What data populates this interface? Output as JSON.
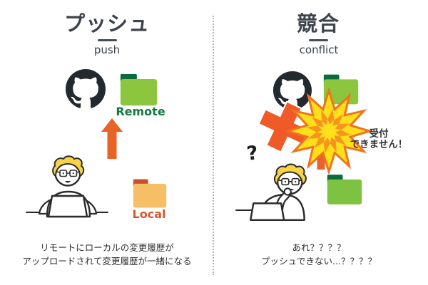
{
  "left": {
    "title": "プッシュ",
    "subtitle": "push",
    "remote_label": "Remote",
    "local_label": "Local",
    "caption": [
      "リモートにローカルの変更履歴が",
      "アップロードされて変更履歴が一緒になる"
    ]
  },
  "right": {
    "title": "競合",
    "subtitle": "conflict",
    "rejection": [
      "受付",
      "できません！"
    ],
    "question_mark": "?",
    "caption": [
      "あれ？？？？",
      "プッシュできない...？？？？"
    ]
  },
  "colors": {
    "title_text": "#3d434b",
    "divider": "#b3b3b3",
    "github_mark": "#24292f",
    "folder_green_body": "#8cc63e",
    "folder_green_tab": "#0c6b3d",
    "remote_text": "#157a40",
    "folder_orange_body": "#f6bf66",
    "folder_orange_tab": "#c8522b",
    "local_text": "#d4582e",
    "arrow_orange": "#e96226",
    "cross_red": "#f05a28",
    "burst_yellow": "#ffdf1b",
    "burst_edge_orange": "#f2711c",
    "burst_inner_orange": "#f7941d",
    "hair_yellow": "#f8d348",
    "outline_dark": "#2b2b2b",
    "caption_text": "#2e2e2e"
  }
}
